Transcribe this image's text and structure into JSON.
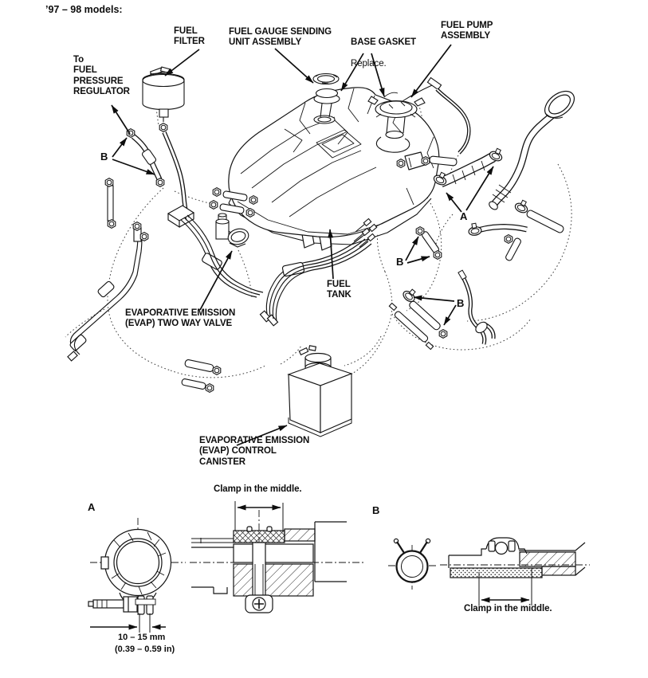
{
  "page": {
    "models_note": "’97 – 98 models:"
  },
  "callouts": {
    "to_fuel_pressure_regulator": "To\nFUEL\nPRESSURE\nREGULATOR",
    "fuel_filter": "FUEL\nFILTER",
    "fuel_gauge_sending_unit": "FUEL GAUGE SENDING\nUNIT ASSEMBLY",
    "base_gasket": {
      "title": "BASE GASKET",
      "note": "Replace."
    },
    "fuel_pump_assembly": "FUEL PUMP\nASSEMBLY",
    "fuel_tank": "FUEL\nTANK",
    "evap_two_way_valve": "EVAPORATIVE EMISSION\n(EVAP) TWO WAY VALVE",
    "evap_control_canister": "EVAPORATIVE EMISSION\n(EVAP) CONTROL\nCANISTER"
  },
  "markers": {
    "a": "A",
    "b": "B"
  },
  "details": {
    "a": {
      "title": "A",
      "clamp_note": "Clamp in the middle.",
      "dimension_mm": "10 – 15 mm",
      "dimension_in": "(0.39 – 0.59 in)"
    },
    "b": {
      "title": "B",
      "clamp_note": "Clamp in the middle."
    }
  }
}
